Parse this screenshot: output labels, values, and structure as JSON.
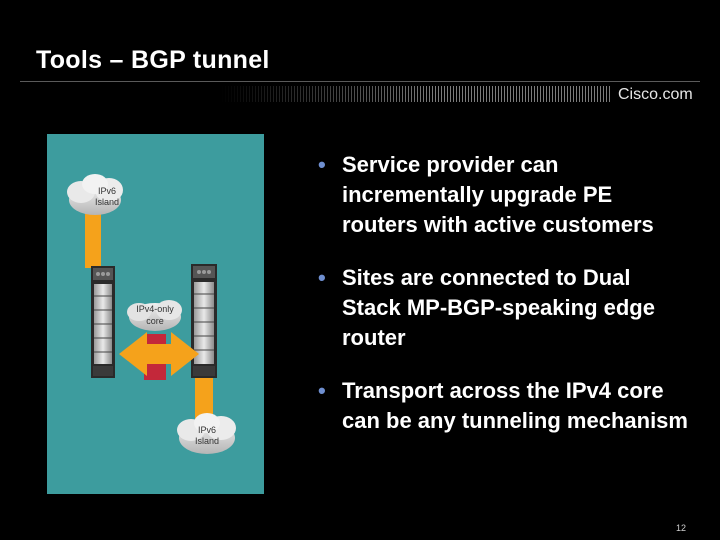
{
  "slide": {
    "title": "Tools – BGP tunnel",
    "brand": "Cisco.com",
    "page_number": "12"
  },
  "diagram": {
    "top_cloud_label": [
      "IPv6",
      "Island"
    ],
    "core_label": [
      "IPv4-only",
      "core"
    ],
    "bottom_cloud_label": [
      "IPv6",
      "Island"
    ],
    "colors": {
      "panel": "#3d9c9e",
      "link": "#f5a21b",
      "core_arrow": "#c3283a",
      "cloud": "#d8d8d8"
    }
  },
  "bullets": [
    "Service provider can incrementally upgrade PE routers with active customers",
    "Sites are connected to Dual Stack MP-BGP-speaking edge router",
    "Transport across the IPv4 core can be any tunneling mechanism"
  ],
  "bullet_glyph": "•"
}
